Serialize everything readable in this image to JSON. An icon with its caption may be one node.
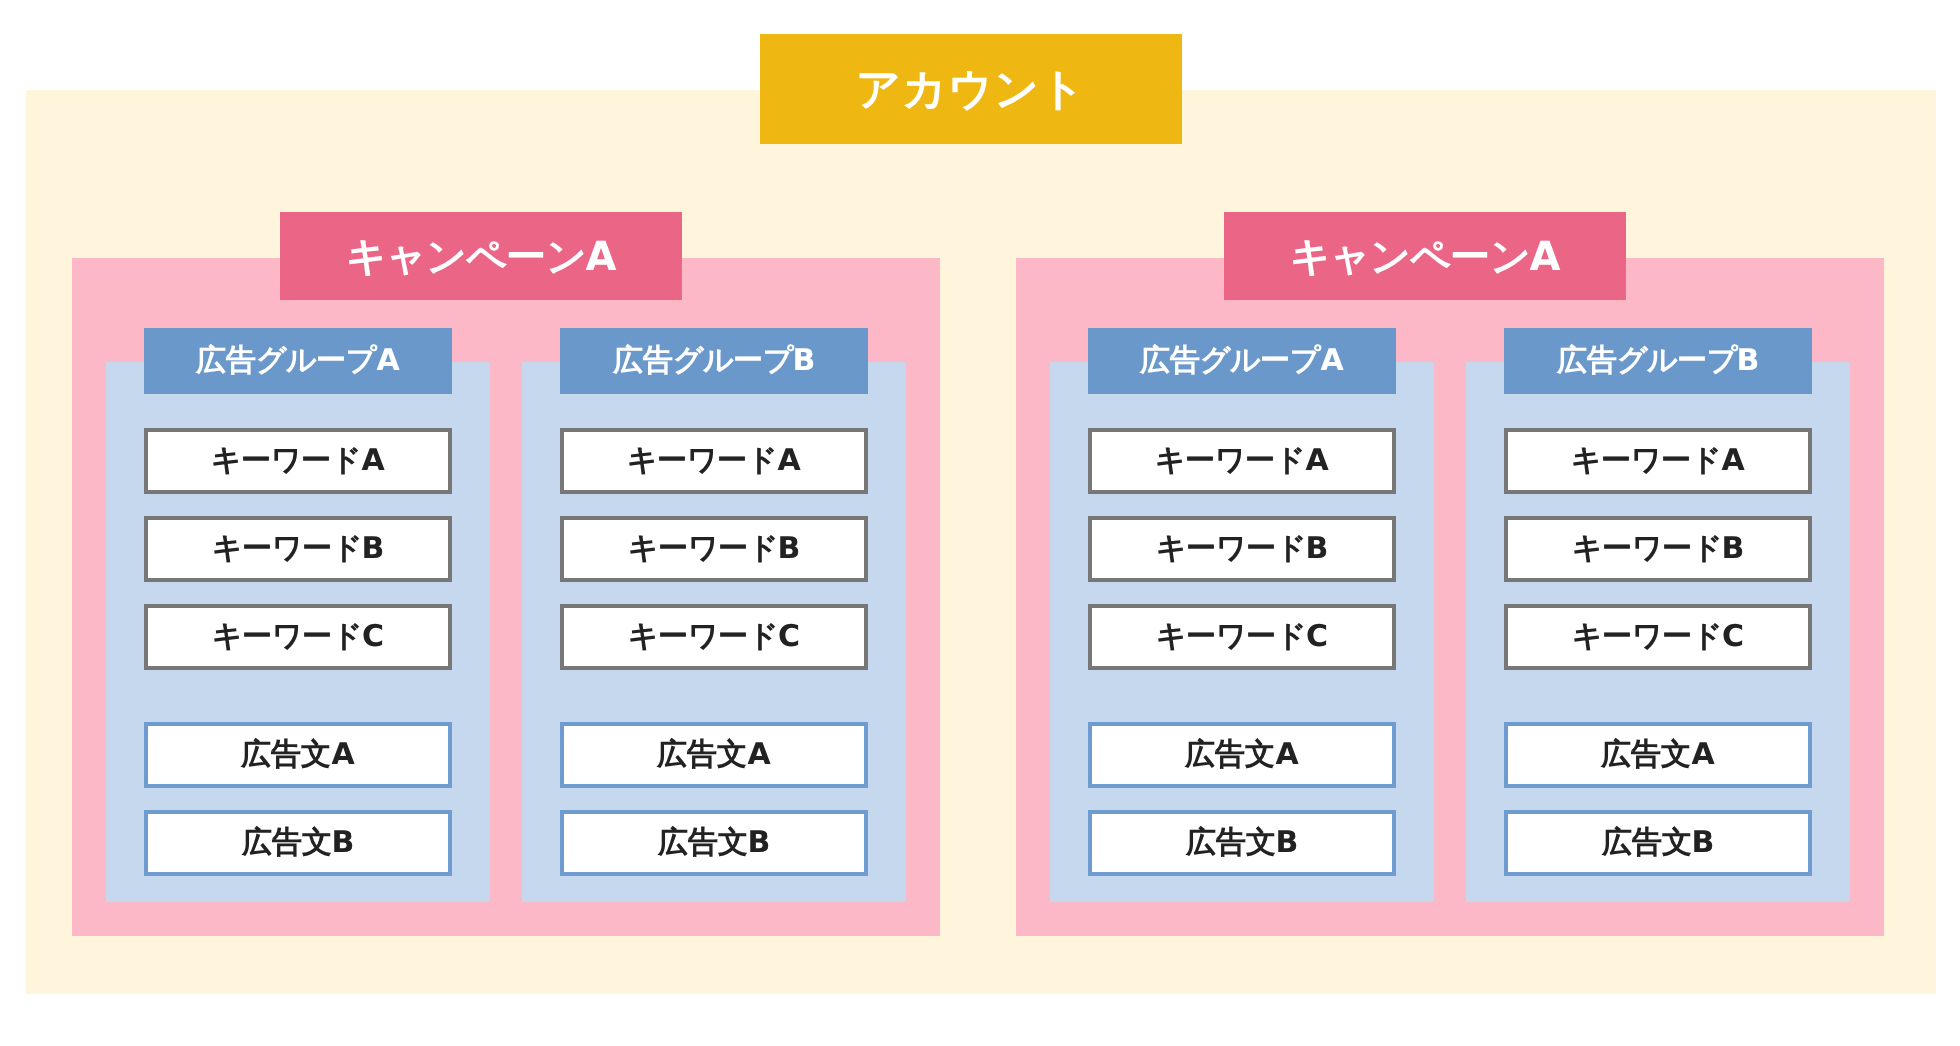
{
  "diagram": {
    "nodes": [
      {
        "text": [
          "アカウント"
        ]
      },
      {
        "text": [
          "キャンペーンA"
        ],
        "in": 0
      },
      {
        "text": [
          "広告グループA"
        ],
        "in": 1
      },
      {
        "text": [
          "キーワードA"
        ],
        "in": 2
      },
      {
        "text": [
          "キーワードB"
        ],
        "in": 2
      },
      {
        "text": [
          "キーワードC"
        ],
        "in": 2
      },
      {
        "text": [
          "広告文A"
        ],
        "in": 2
      },
      {
        "text": [
          "広告文B"
        ],
        "in": 2
      },
      {
        "text": [
          "広告グループB"
        ],
        "in": 1
      },
      {
        "text": [
          "キーワードA"
        ],
        "in": 8
      },
      {
        "text": [
          "キーワードB"
        ],
        "in": 8
      },
      {
        "text": [
          "キーワードC"
        ],
        "in": 8
      },
      {
        "text": [
          "広告文A"
        ],
        "in": 8
      },
      {
        "text": [
          "広告文B"
        ],
        "in": 8
      },
      {
        "text": [
          "キャンペーンA"
        ],
        "in": 0
      },
      {
        "text": [
          "広告グループA"
        ],
        "in": 14
      },
      {
        "text": [
          "キーワードA"
        ],
        "in": 15
      },
      {
        "text": [
          "キーワードB"
        ],
        "in": 15
      },
      {
        "text": [
          "キーワードC"
        ],
        "in": 15
      },
      {
        "text": [
          "広告文A"
        ],
        "in": 15
      },
      {
        "text": [
          "広告文B"
        ],
        "in": 15
      },
      {
        "text": [
          "広告グループB"
        ],
        "in": 14
      },
      {
        "text": [
          "キーワードA"
        ],
        "in": 21
      },
      {
        "text": [
          "キーワードB"
        ],
        "in": 21
      },
      {
        "text": [
          "キーワードC"
        ],
        "in": 21
      },
      {
        "text": [
          "広告文A"
        ],
        "in": 21
      },
      {
        "text": [
          "広告文B"
        ],
        "in": 21
      }
    ]
  }
}
